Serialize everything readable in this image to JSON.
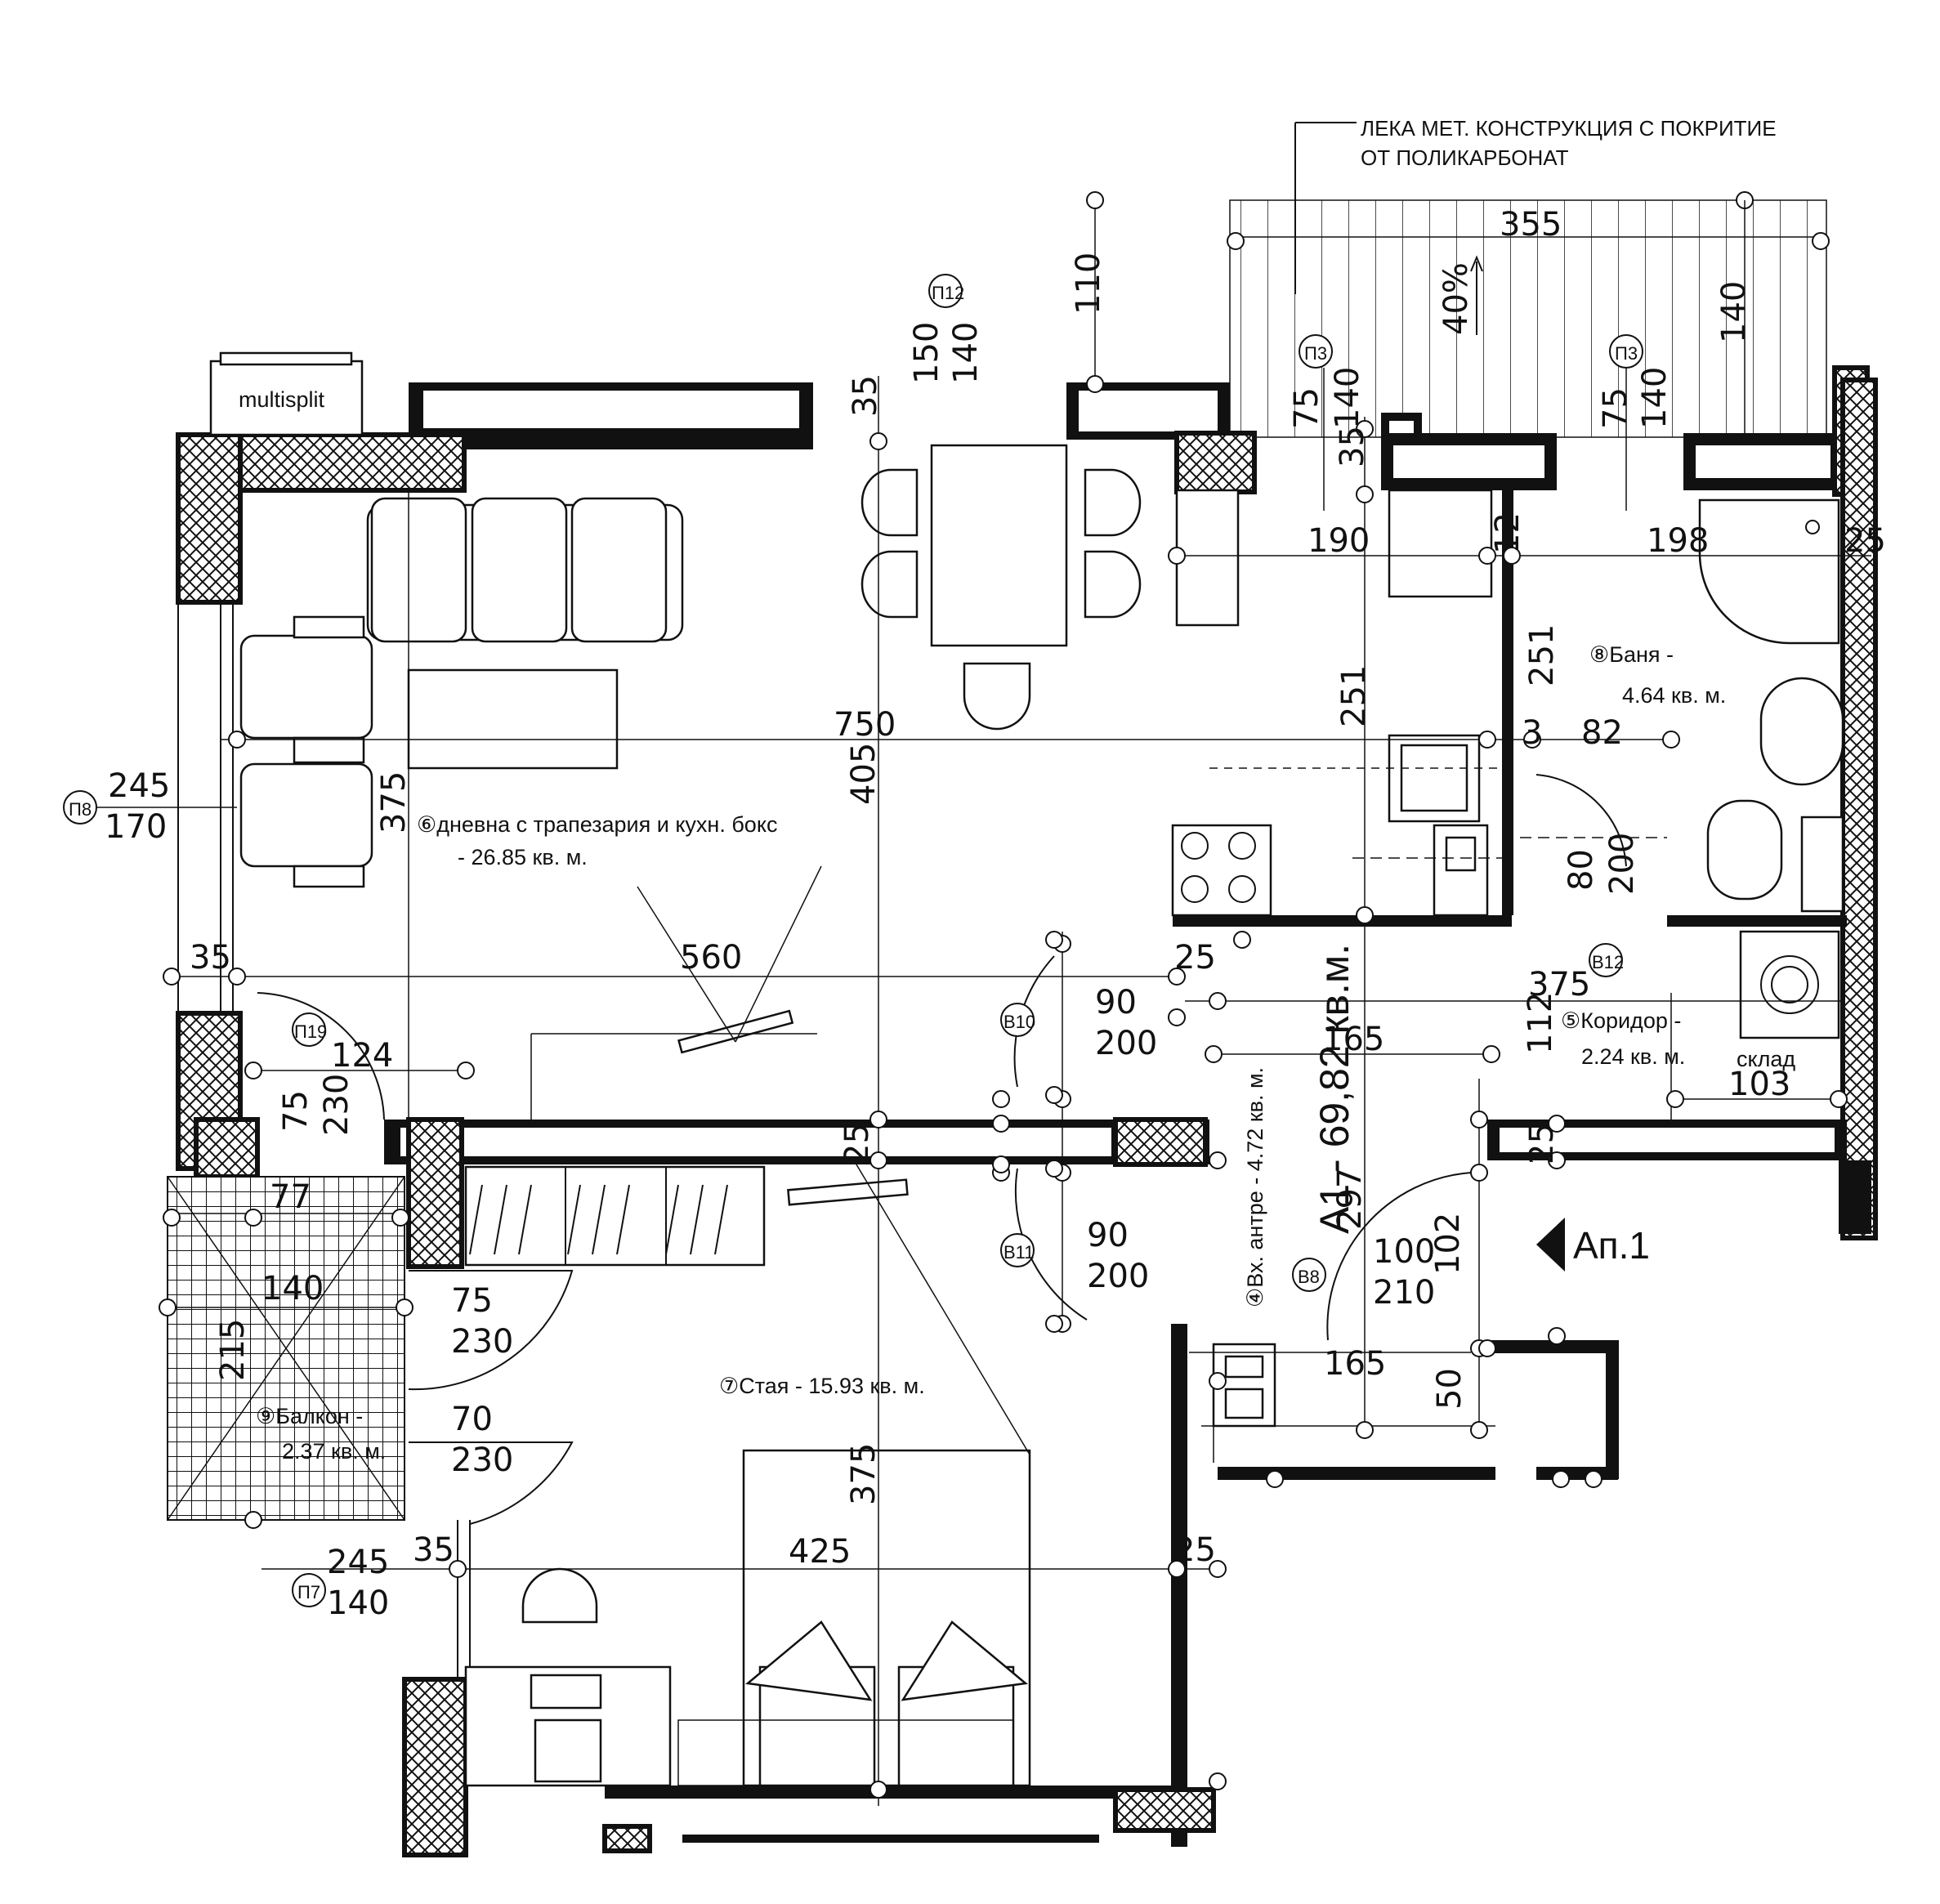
{
  "note": {
    "line1": "ЛЕКА МЕТ. КОНСТРУКЦИЯ С ПОКРИТИЕ",
    "line2": "ОТ ПОЛИКАРБОНАТ"
  },
  "unit_label": "A1 - 69,82 кв.м.",
  "apartment_tag": "Ап.1",
  "equipment": {
    "multisplit": "multisplit",
    "sklad": "склад",
    "slope": "40%"
  },
  "rooms": {
    "r4": {
      "num": "④",
      "text": "Вх. антре - 4.72 кв. м."
    },
    "r5": {
      "num": "⑤",
      "line1": "Коридор -",
      "line2": "2.24 кв. м."
    },
    "r6": {
      "num": "⑥",
      "line1": "дневна с трапезария и  кухн. бокс",
      "line2": "- 26.85 кв. м."
    },
    "r7": {
      "num": "⑦",
      "line1": "Стая - 15.93 кв. м."
    },
    "r8": {
      "num": "⑧",
      "line1": "Баня -",
      "line2": "4.64 кв. м."
    },
    "r9": {
      "num": "⑨",
      "line1": "Балкон -",
      "line2": "2.37 кв. м."
    }
  },
  "tags": {
    "p8": "П8",
    "p12": "П12",
    "p3a": "П3",
    "p3b": "П3",
    "p19": "П19",
    "p7": "П7",
    "b10": "В10",
    "b11": "В11",
    "b12": "В12",
    "b8": "В8"
  },
  "dims": {
    "d355": "355",
    "d140a": "140",
    "d110": "110",
    "d150": "150",
    "d140b": "140",
    "d75a": "75",
    "d140c": "140",
    "d75b": "75",
    "d140d": "140",
    "d35a": "35",
    "d35b": "35",
    "d190": "190",
    "d198": "198",
    "d25a": "25",
    "d12": "12",
    "d251a": "251",
    "d251b": "251",
    "d750": "750",
    "d405": "405",
    "d375a": "375",
    "d82": "82",
    "d3": "3",
    "d80": "80",
    "d200a": "200",
    "d245a": "245",
    "d170": "170",
    "d35c": "35",
    "d560": "560",
    "d25b": "25",
    "d375b": "375",
    "d90a": "90",
    "d200b": "200",
    "d165a": "165",
    "d112": "112",
    "d103": "103",
    "d124": "124",
    "d75c": "75",
    "d230a": "230",
    "d25c": "25",
    "d25d": "25",
    "d297": "297",
    "d77": "77",
    "d140e": "140",
    "d215": "215",
    "d90b": "90",
    "d200c": "200",
    "d100": "100",
    "d102": "102",
    "d210": "210",
    "d75d": "75",
    "d230b": "230",
    "d70": "70",
    "d230c": "230",
    "d165b": "165",
    "d50": "50",
    "d375c": "375",
    "d425": "425",
    "d245b": "245",
    "d140f": "140",
    "d35d": "35",
    "d25e": "25"
  }
}
